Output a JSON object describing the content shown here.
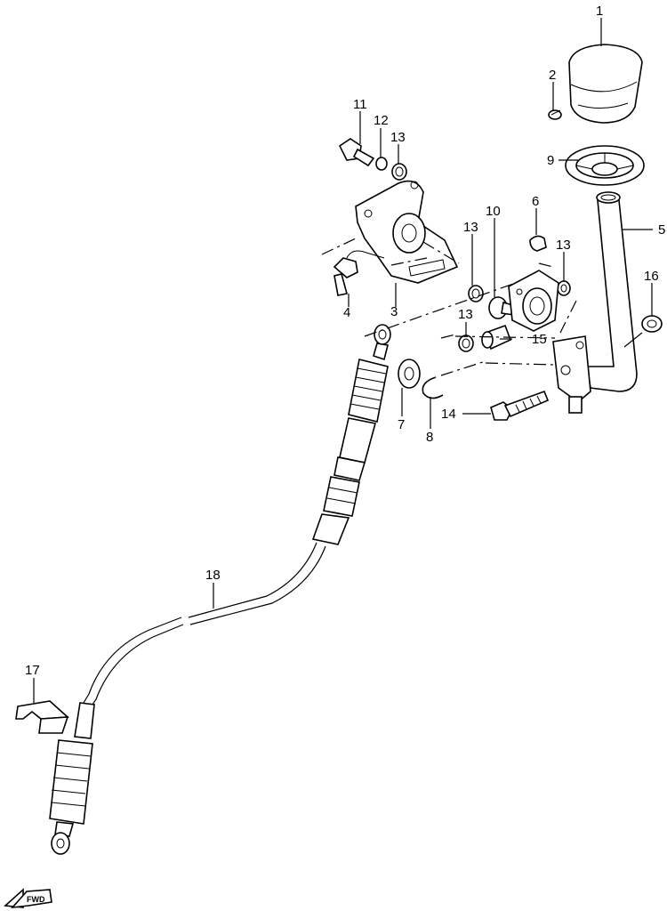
{
  "callouts": {
    "p1": "1",
    "p2": "2",
    "p3": "3",
    "p4": "4",
    "p5": "5",
    "p6": "6",
    "p7": "7",
    "p8": "8",
    "p9": "9",
    "p10": "10",
    "p11": "11",
    "p12": "12",
    "p13a": "13",
    "p13b": "13",
    "p13c": "13",
    "p13d": "13",
    "p14": "14",
    "p15": "15",
    "p16": "16",
    "p17": "17",
    "p18": "18"
  },
  "fwd_label": "FWD",
  "icons": [
    "fwd-arrow-icon"
  ]
}
